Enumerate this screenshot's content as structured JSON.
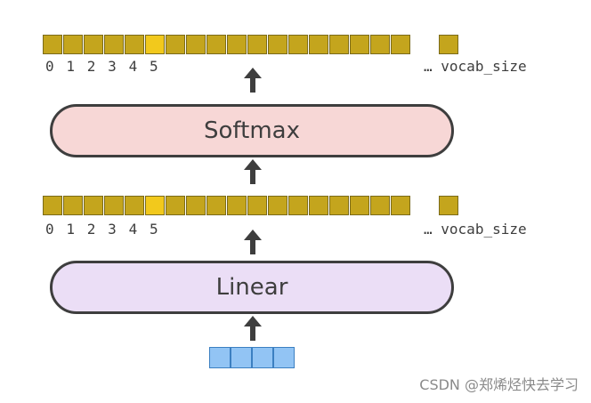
{
  "top_strip": {
    "index_labels": [
      "0",
      "1",
      "2",
      "3",
      "4",
      "5"
    ],
    "ellipsis": "…",
    "end_label": "vocab_size",
    "cell_count": 18,
    "highlight_index": 5
  },
  "softmax": {
    "label": "Softmax"
  },
  "mid_strip": {
    "index_labels": [
      "0",
      "1",
      "2",
      "3",
      "4",
      "5"
    ],
    "ellipsis": "…",
    "end_label": "vocab_size",
    "cell_count": 18,
    "highlight_index": 5
  },
  "linear": {
    "label": "Linear"
  },
  "input_vector": {
    "cell_count": 4
  },
  "watermark": "CSDN @郑烯烃快去学习",
  "colors": {
    "cell": "#c4a51d",
    "cell_highlight": "#f2c91c",
    "softmax_fill": "#f7d7d6",
    "linear_fill": "#ebdef6",
    "input_cell": "#92c4f4",
    "stroke": "#3e3e3e"
  },
  "icons": {
    "arrow": "arrow-up-icon"
  }
}
